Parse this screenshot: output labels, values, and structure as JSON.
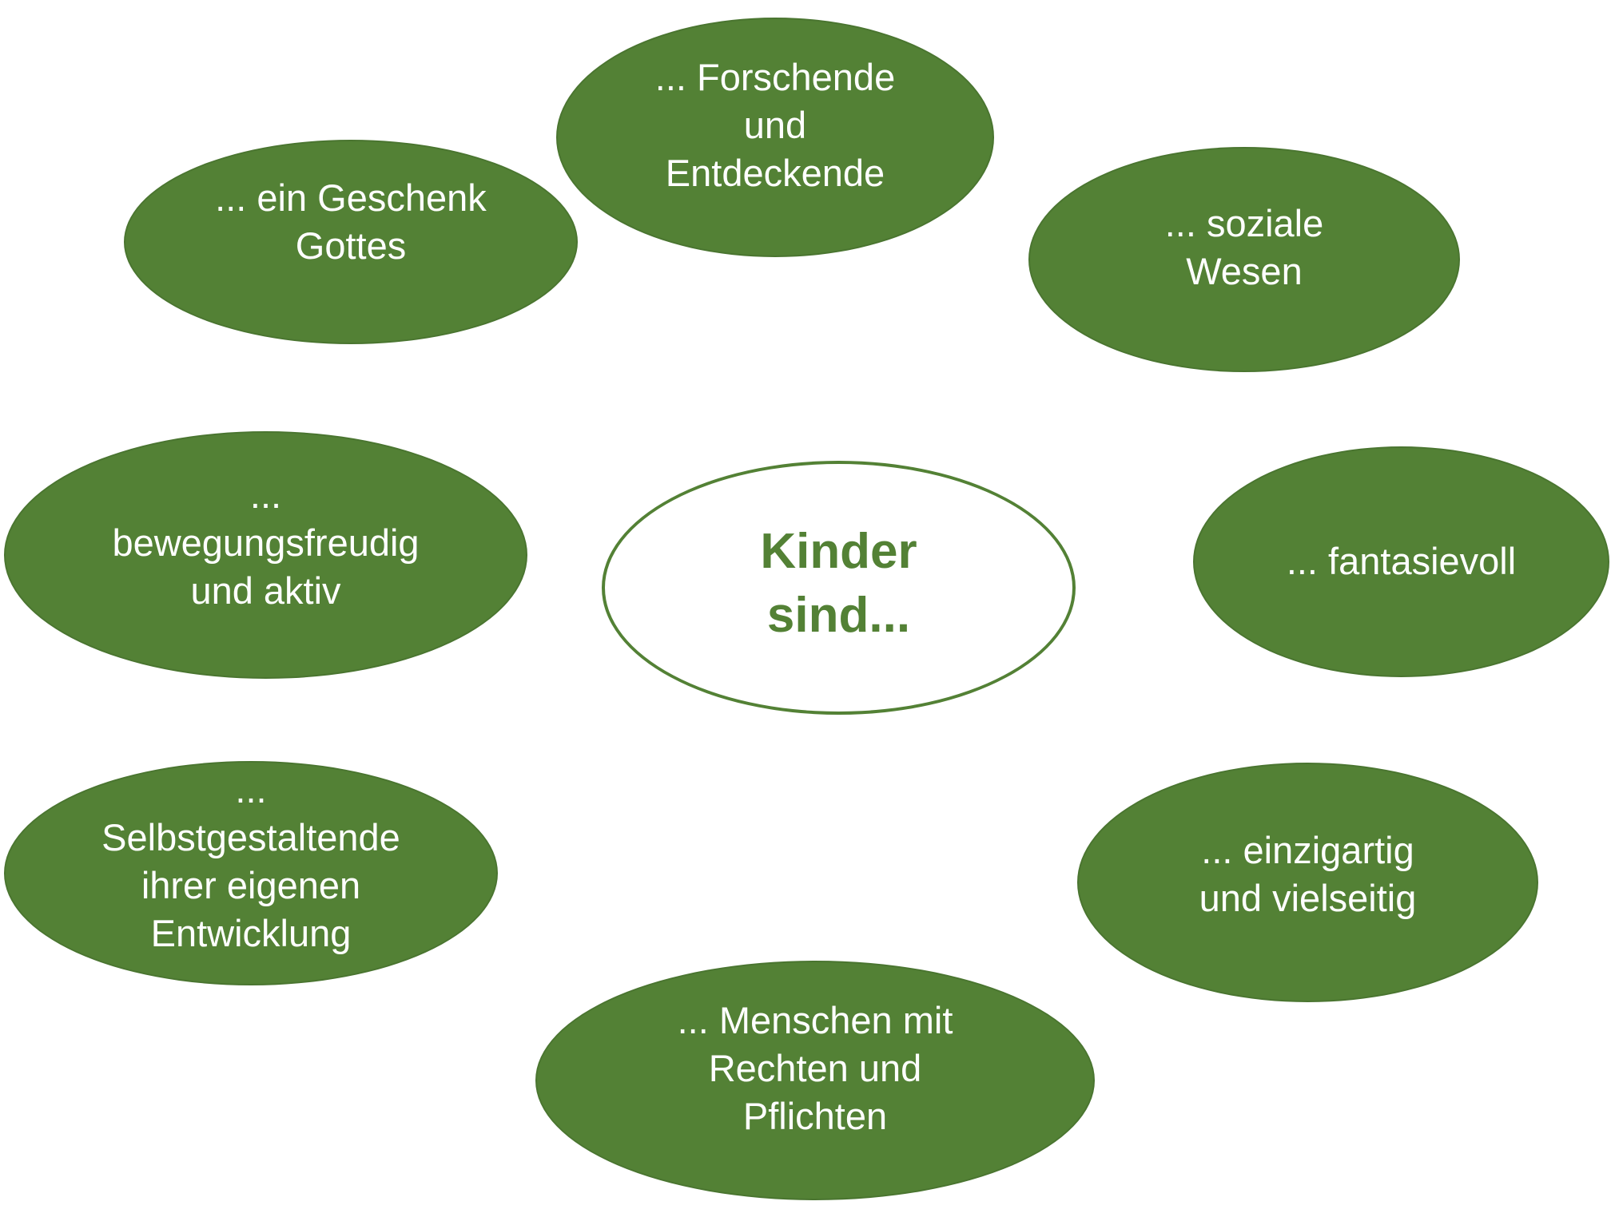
{
  "center": {
    "label": "Kinder\nsind..."
  },
  "bubbles": [
    {
      "label": "... Forschende\nund\nEntdeckende"
    },
    {
      "label": "... ein Geschenk\nGottes"
    },
    {
      "label": "... soziale\nWesen"
    },
    {
      "label": "...\nbewegungsfreudig\nund aktiv"
    },
    {
      "label": "... fantasievoll"
    },
    {
      "label": "...\nSelbstgestaltende\nihrer eigenen\nEntwicklung"
    },
    {
      "label": "... einzigartig\nund vielseitig"
    },
    {
      "label": "... Menschen mit\nRechten und\nPflichten"
    }
  ],
  "colors": {
    "fill": "#538135",
    "text_on_fill": "#ffffff",
    "center_text": "#538135",
    "center_fill": "#ffffff"
  }
}
